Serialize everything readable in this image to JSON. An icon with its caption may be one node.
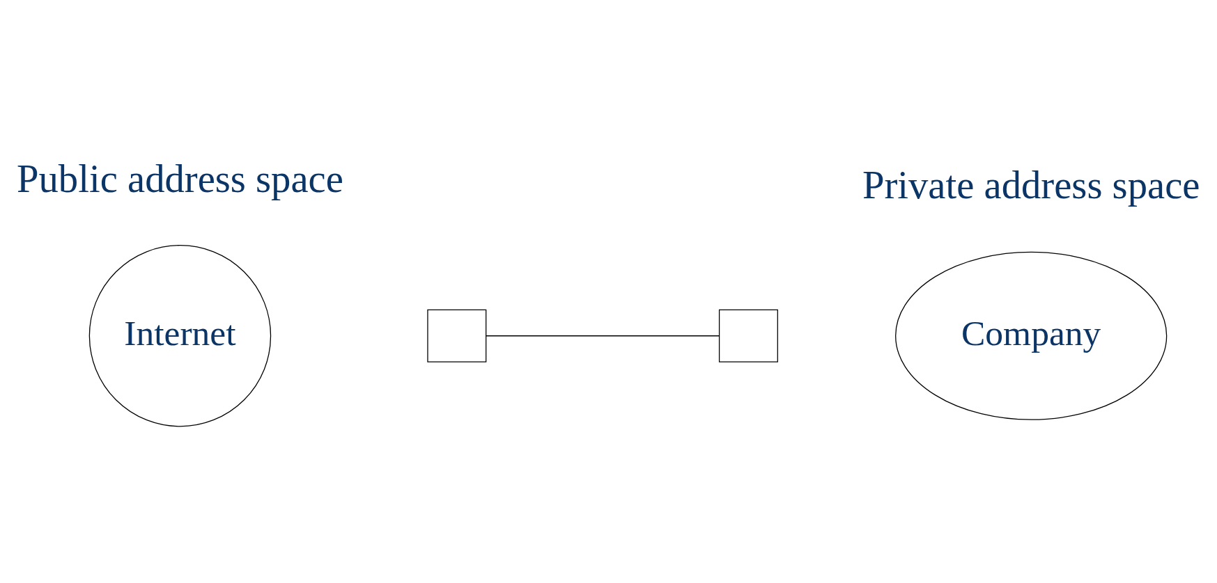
{
  "diagram": {
    "nodes": [
      {
        "text": [
          "Internet"
        ]
      },
      {
        "text": [],
        "shape": "box"
      },
      {
        "text": [],
        "shape": "box"
      },
      {
        "text": [
          "Company"
        ]
      }
    ],
    "edges": [
      {
        "from": 1,
        "to": 2,
        "arrow": "none"
      }
    ],
    "labels": [
      "Public address space",
      "Private address space"
    ]
  }
}
